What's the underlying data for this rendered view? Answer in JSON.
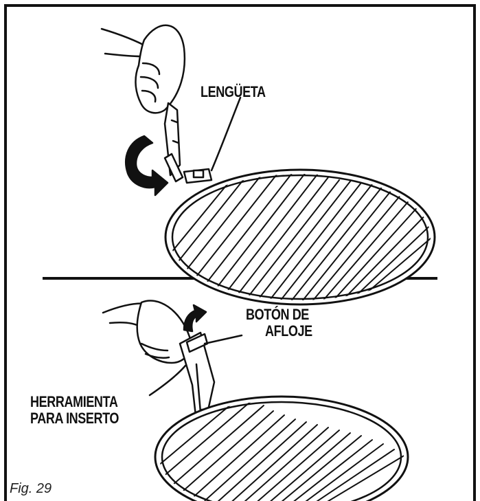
{
  "labels": {
    "tab": "LENGÜETA",
    "release_button_line1": "BOTÓN DE",
    "release_button_line2": "AFLOJE",
    "insert_tool_line1": "HERRAMIENTA",
    "insert_tool_line2": "PARA INSERTO"
  },
  "caption": "Fig. 29",
  "colors": {
    "line": "#111111",
    "background": "#ffffff"
  }
}
